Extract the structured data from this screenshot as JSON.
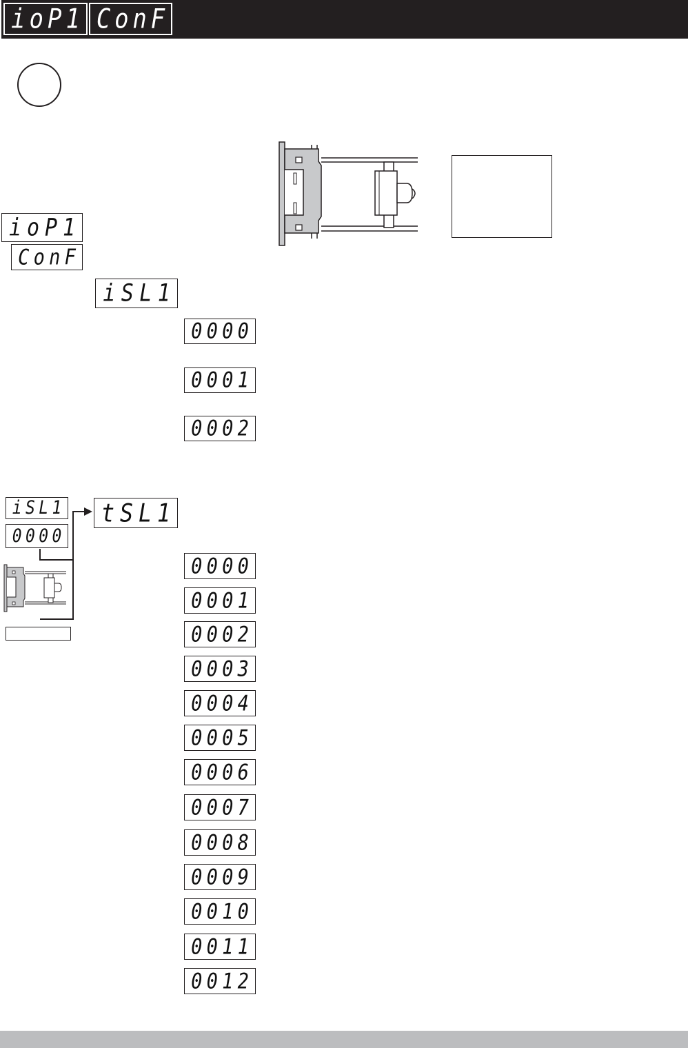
{
  "header": {
    "display_1": "ioP1",
    "display_2": "ConF"
  },
  "top_block": {
    "menu_display": "ioP1",
    "submenu_display": "ConF",
    "param_display": "iSL1",
    "options": [
      "0000",
      "0001",
      "0002"
    ]
  },
  "bottom_block": {
    "condition_display_1": "iSL1",
    "condition_display_2": "0000",
    "param_display": "tSL1",
    "options": [
      "0000",
      "0001",
      "0002",
      "0003",
      "0004",
      "0005",
      "0006",
      "0007",
      "0008",
      "0009",
      "0010",
      "0011",
      "0012"
    ]
  },
  "icons": {
    "step": "step-circle-icon",
    "module": "option-module-drawing-icon",
    "arrow": "flow-arrow-icon"
  },
  "colors": {
    "header_bg": "#231f20",
    "footer_bg": "#bcbdbf",
    "module_gray": "#c8c9cb"
  }
}
